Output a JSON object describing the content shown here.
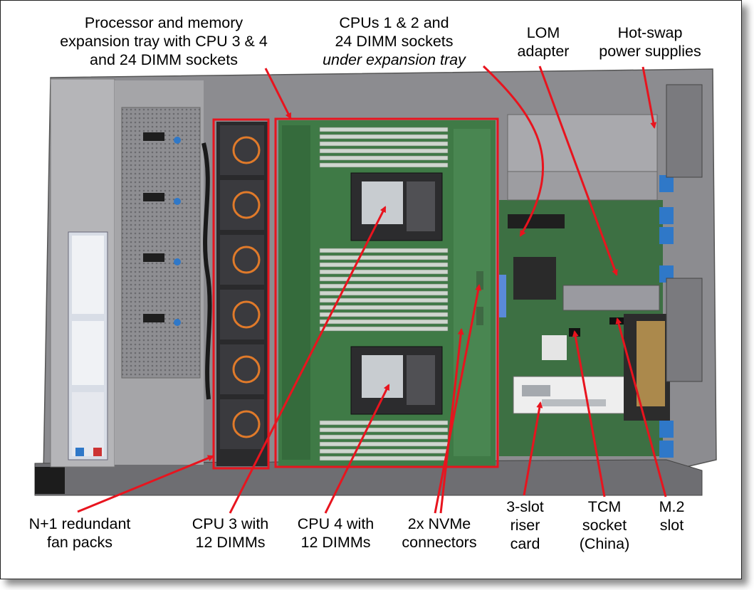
{
  "labels": {
    "expansion_tray": [
      "Processor and memory",
      "expansion tray with CPU 3 & 4",
      "and 24 DIMM sockets"
    ],
    "cpus_1_2": [
      "CPUs 1 & 2 and",
      "24 DIMM sockets"
    ],
    "cpus_1_2_note": "under expansion tray",
    "lom": [
      "LOM",
      "adapter"
    ],
    "power": [
      "Hot-swap",
      "power supplies"
    ],
    "fans": [
      "N+1 redundant",
      "fan packs"
    ],
    "cpu3": [
      "CPU 3 with",
      "12 DIMMs"
    ],
    "cpu4": [
      "CPU 4 with",
      "12 DIMMs"
    ],
    "nvme": [
      "2x NVMe",
      "connectors"
    ],
    "riser": [
      "3-slot",
      "riser",
      "card"
    ],
    "tcm": [
      "TCM",
      "socket",
      "(China)"
    ],
    "m2": [
      "M.2",
      "slot"
    ]
  },
  "colors": {
    "callout": "#e8141e",
    "chassis": "#9a9a9e",
    "board": "#3f7a46",
    "fan_accent": "#e07a2a",
    "latch_blue": "#2f78c8"
  }
}
